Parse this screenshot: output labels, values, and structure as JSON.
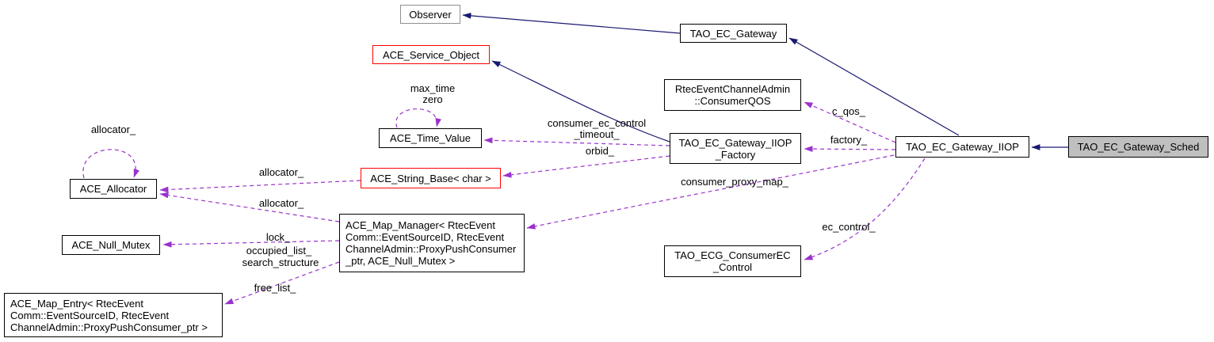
{
  "colors": {
    "background": "#ffffff",
    "node_border": "#000000",
    "incomplete_node_border": "#ff0000",
    "truncated_node_border": "#8f8f8f",
    "focus_node_fill": "#bfbfbf",
    "inheritance_edge": "#191970",
    "usage_edge": "#9a32cd"
  },
  "nodes": {
    "observer": {
      "lines": [
        "Observer"
      ]
    },
    "gateway": {
      "lines": [
        "TAO_EC_Gateway"
      ]
    },
    "service_object": {
      "lines": [
        "ACE_Service_Object"
      ]
    },
    "consumer_qos": {
      "lines": [
        "RtecEventChannelAdmin",
        "::ConsumerQOS"
      ]
    },
    "time_value": {
      "lines": [
        "ACE_Time_Value"
      ]
    },
    "iiop_factory": {
      "lines": [
        "TAO_EC_Gateway_IIOP",
        "_Factory"
      ]
    },
    "iiop": {
      "lines": [
        "TAO_EC_Gateway_IIOP"
      ]
    },
    "sched": {
      "lines": [
        "TAO_EC_Gateway_Sched"
      ]
    },
    "string_base": {
      "lines": [
        "ACE_String_Base< char >"
      ]
    },
    "allocator": {
      "lines": [
        "ACE_Allocator"
      ]
    },
    "map_manager": {
      "lines": [
        "ACE_Map_Manager< RtecEvent",
        "Comm::EventSourceID, RtecEvent",
        "ChannelAdmin::ProxyPushConsumer",
        "_ptr, ACE_Null_Mutex >"
      ]
    },
    "null_mutex": {
      "lines": [
        "ACE_Null_Mutex"
      ]
    },
    "ec_control": {
      "lines": [
        "TAO_ECG_ConsumerEC",
        "_Control"
      ]
    },
    "map_entry": {
      "lines": [
        "ACE_Map_Entry< RtecEvent",
        "Comm::EventSourceID, RtecEvent",
        "ChannelAdmin::ProxyPushConsumer_ptr >"
      ]
    }
  },
  "edge_labels": {
    "max_time": "max_time",
    "zero": "zero",
    "allocator_self": "allocator_",
    "consumer_ec_control": "consumer_ec_control",
    "timeout": "_timeout_",
    "orbid": "orbid_",
    "allocator_string": "allocator_",
    "c_qos": "c_qos_",
    "factory": "factory_",
    "consumer_proxy_map": "consumer_proxy_map_",
    "allocator_map": "allocator_",
    "lock": "lock_",
    "occupied_list": "occupied_list_",
    "search_structure": "search_structure",
    "free_list": "free_list_",
    "ec_control": "ec_control_"
  },
  "edges": [
    {
      "from": "TAO_EC_Gateway",
      "to": "Observer",
      "style": "inheritance"
    },
    {
      "from": "TAO_EC_Gateway_IIOP",
      "to": "TAO_EC_Gateway",
      "style": "inheritance"
    },
    {
      "from": "TAO_EC_Gateway_IIOP_Factory",
      "to": "ACE_Service_Object",
      "style": "inheritance"
    },
    {
      "from": "TAO_EC_Gateway_Sched",
      "to": "TAO_EC_Gateway_IIOP",
      "style": "inheritance"
    },
    {
      "from": "ACE_Time_Value",
      "to": "ACE_Time_Value",
      "style": "usage",
      "label": "max_time zero"
    },
    {
      "from": "ACE_Allocator",
      "to": "ACE_Allocator",
      "style": "usage",
      "label": "allocator_"
    },
    {
      "from": "TAO_EC_Gateway_IIOP_Factory",
      "to": "ACE_Time_Value",
      "style": "usage",
      "label": "consumer_ec_control _timeout_"
    },
    {
      "from": "TAO_EC_Gateway_IIOP_Factory",
      "to": "ACE_String_Base< char >",
      "style": "usage",
      "label": "orbid_"
    },
    {
      "from": "ACE_String_Base< char >",
      "to": "ACE_Allocator",
      "style": "usage",
      "label": "allocator_"
    },
    {
      "from": "TAO_EC_Gateway_IIOP",
      "to": "RtecEventChannelAdmin::ConsumerQOS",
      "style": "usage",
      "label": "c_qos_"
    },
    {
      "from": "TAO_EC_Gateway_IIOP",
      "to": "TAO_EC_Gateway_IIOP_Factory",
      "style": "usage",
      "label": "factory_"
    },
    {
      "from": "TAO_EC_Gateway_IIOP",
      "to": "ACE_Map_Manager",
      "style": "usage",
      "label": "consumer_proxy_map_"
    },
    {
      "from": "ACE_Map_Manager",
      "to": "ACE_Allocator",
      "style": "usage",
      "label": "allocator_"
    },
    {
      "from": "ACE_Map_Manager",
      "to": "ACE_Null_Mutex",
      "style": "usage",
      "label": "lock_ occupied_list_ search_structure"
    },
    {
      "from": "ACE_Map_Manager",
      "to": "ACE_Map_Entry",
      "style": "usage",
      "label": "free_list_"
    },
    {
      "from": "TAO_EC_Gateway_IIOP",
      "to": "TAO_ECG_ConsumerEC_Control",
      "style": "usage",
      "label": "ec_control_"
    }
  ]
}
